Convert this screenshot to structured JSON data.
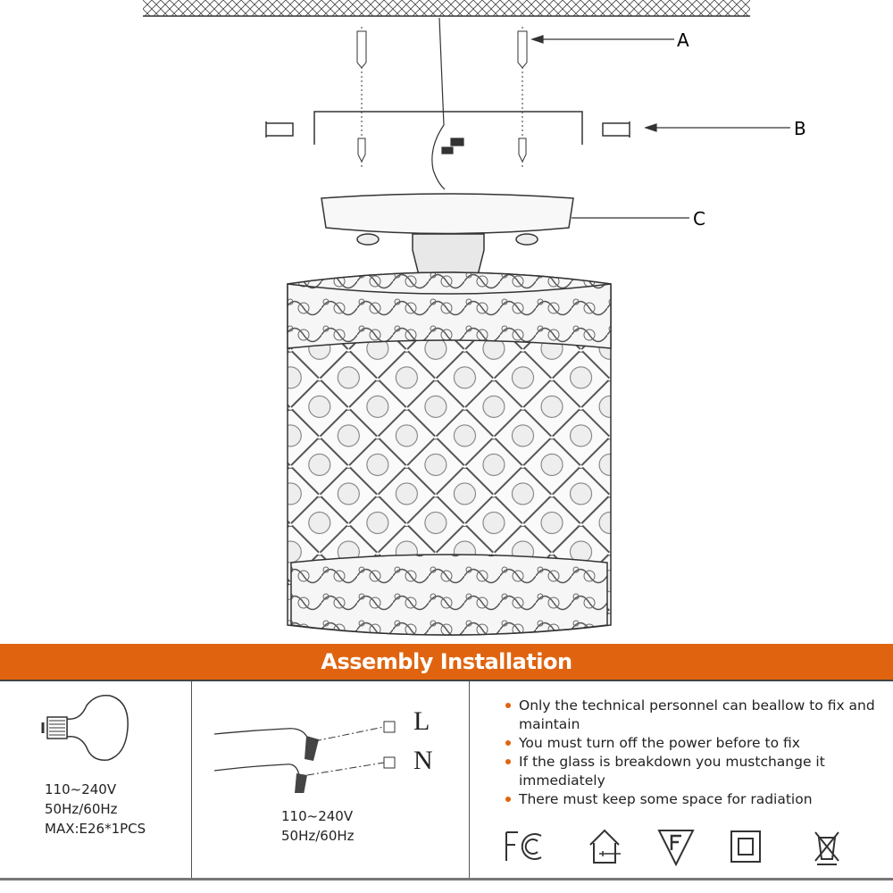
{
  "diagram": {
    "labels": {
      "a": "A",
      "b": "B",
      "c": "C"
    }
  },
  "banner": {
    "title": "Assembly Installation"
  },
  "bulb_panel": {
    "lines": [
      "110~240V",
      "50Hz/60Hz",
      "MAX:E26*1PCS"
    ]
  },
  "wiring_panel": {
    "terminal_live": "L",
    "terminal_neutral": "N",
    "lines": [
      "110~240V",
      "50Hz/60Hz"
    ]
  },
  "notes_panel": {
    "bullets": [
      "Only the technical personnel can beallow to fix and maintain",
      "You must turn off the power before to fix",
      "If the glass is breakdown you mustchange it immediately",
      "There must keep some space for radiation"
    ],
    "cert_icons": [
      "fcc-icon",
      "indoor-use-icon",
      "f-mark-icon",
      "double-insulation-icon",
      "weee-bin-icon"
    ]
  },
  "colors": {
    "accent": "#e0640f",
    "line": "#333333"
  }
}
